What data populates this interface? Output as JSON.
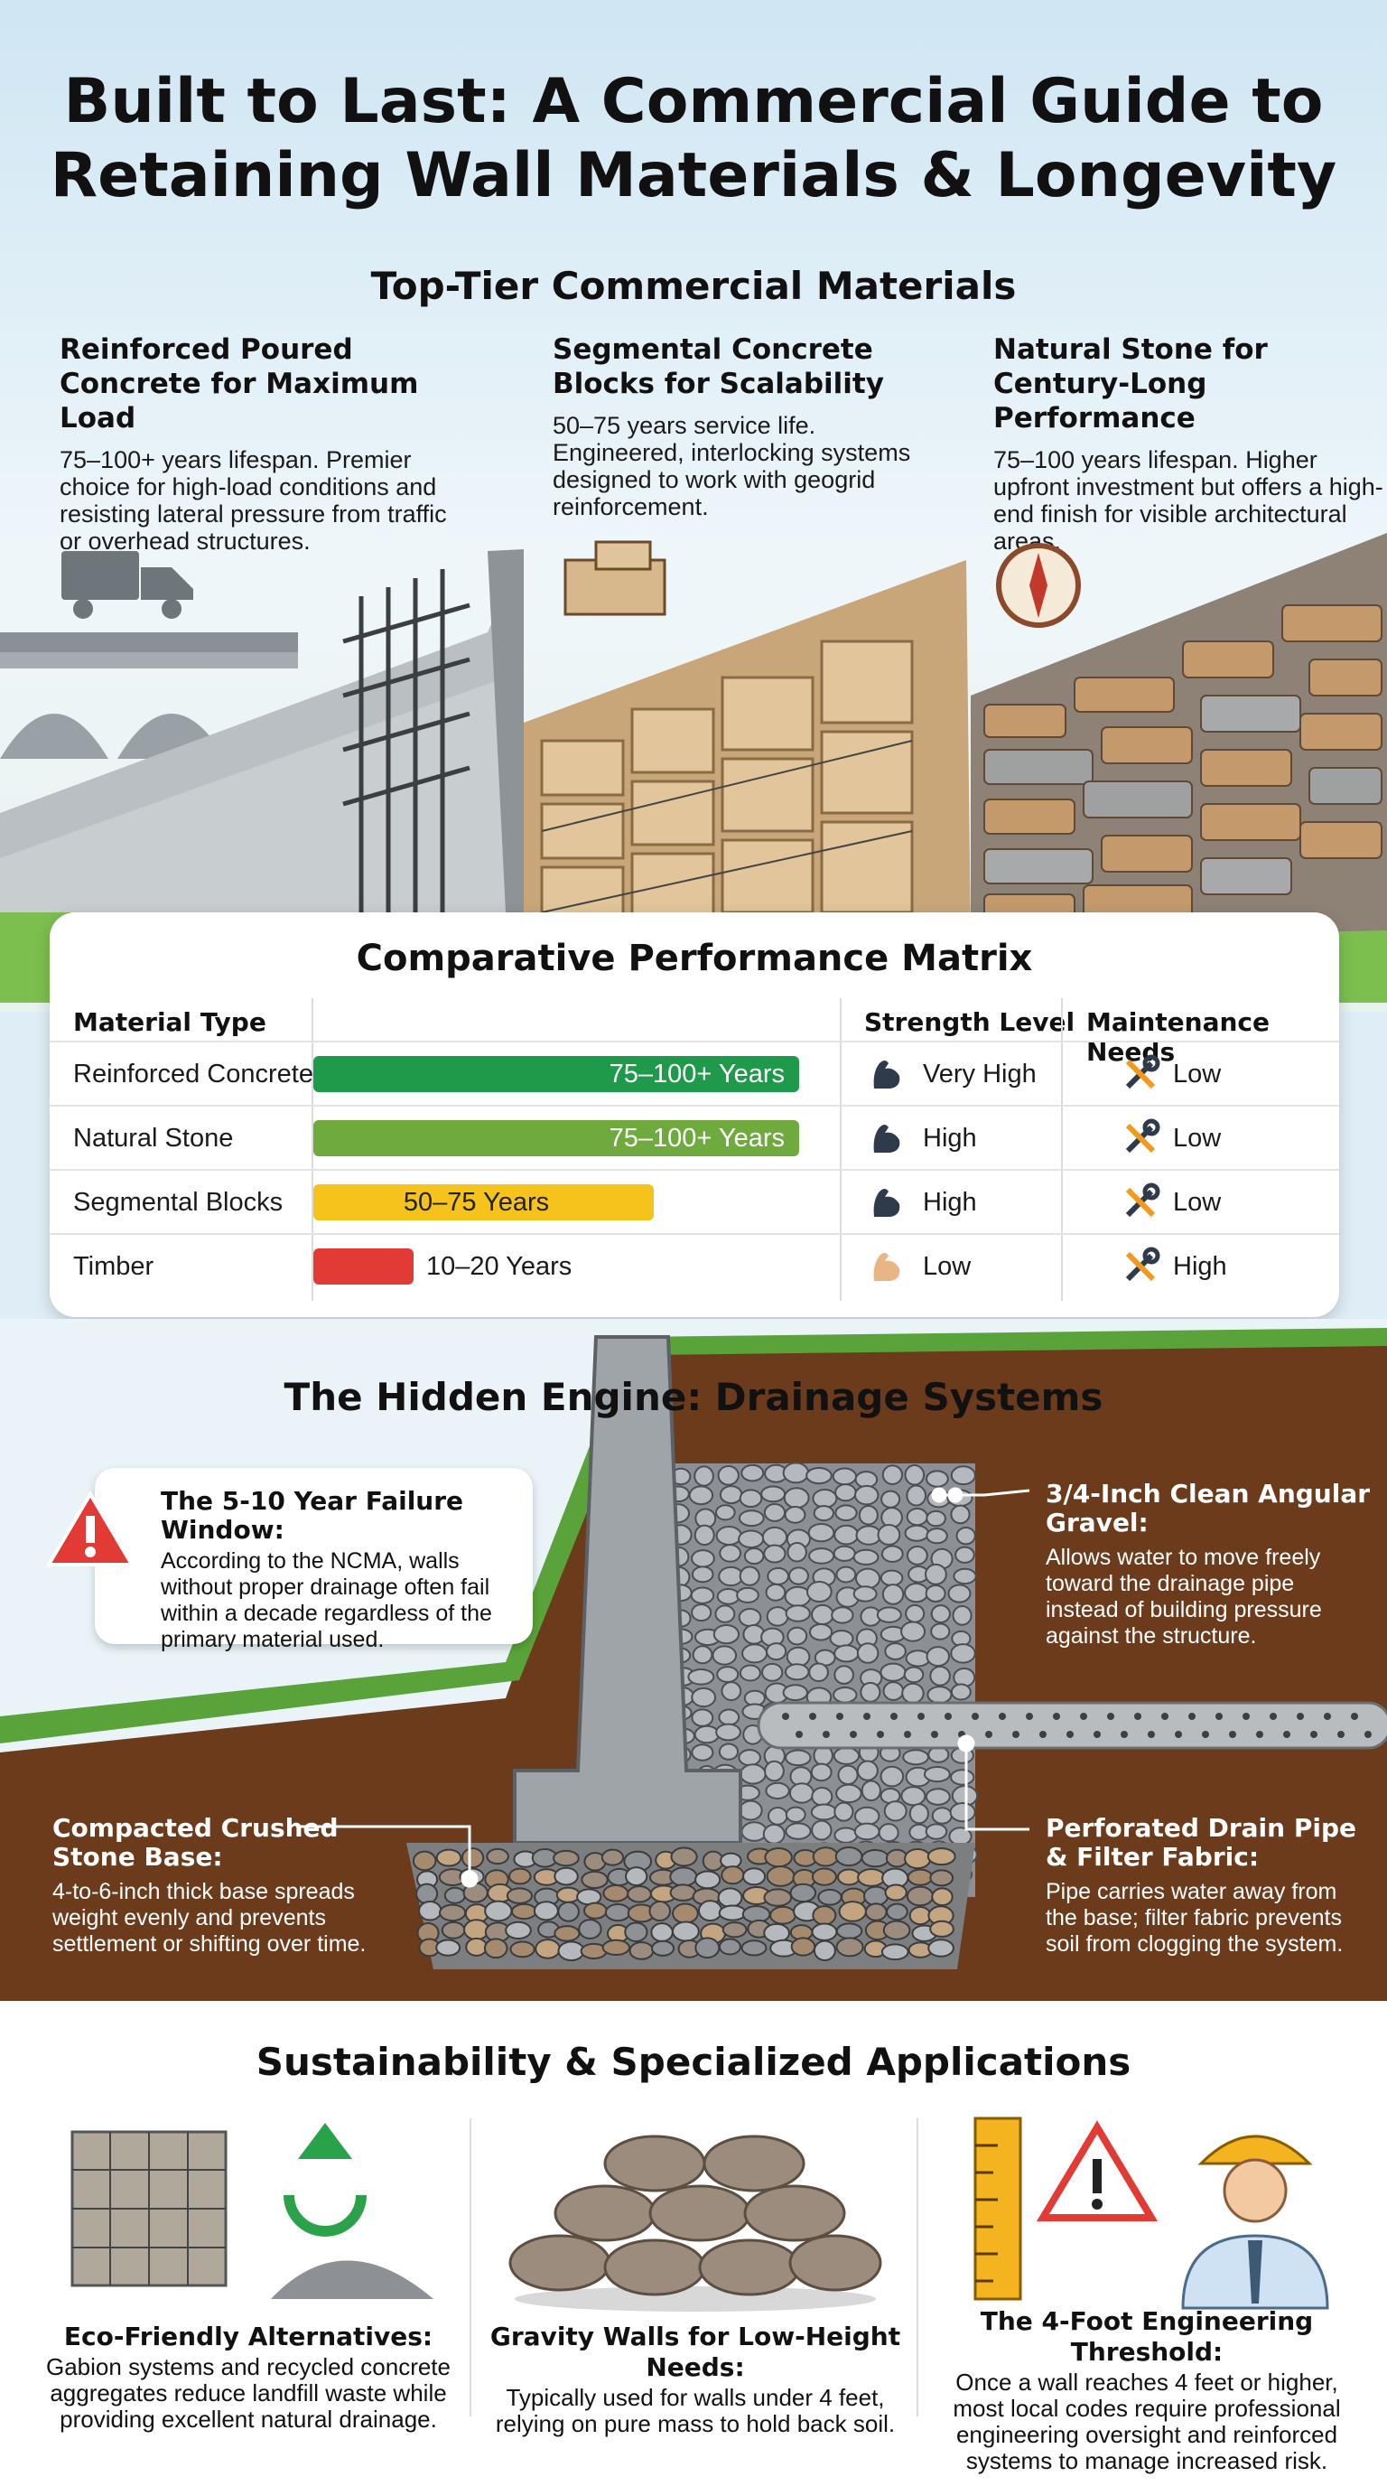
{
  "title": {
    "line1": "Built to Last: A Commercial Guide to",
    "line2": "Retaining Wall Materials & Longevity"
  },
  "materials": {
    "heading": "Top-Tier Commercial Materials",
    "items": [
      {
        "title": "Reinforced Poured Concrete for Maximum Load",
        "text": "75–100+ years lifespan. Premier choice for high-load conditions and resisting lateral pressure from traffic or overhead structures."
      },
      {
        "title": "Segmental Concrete Blocks for Scalability",
        "text": "50–75 years service life. Engineered, interlocking systems designed to work with geogrid reinforcement."
      },
      {
        "title": "Natural Stone for Century-Long Performance",
        "text": "75–100 years lifespan. Higher upfront investment but offers a high-end finish for visible architectural areas."
      }
    ]
  },
  "matrix": {
    "title": "Comparative Performance Matrix",
    "headers": {
      "material": "Material Type",
      "strength": "Strength Level",
      "maintenance": "Maintenance Needs"
    },
    "rows": [
      {
        "material": "Reinforced Concrete",
        "lifespan": "75–100+ Years",
        "strength": "Very High",
        "maintenance": "Low",
        "bar_fraction": 0.97,
        "color": "#1e9a4a"
      },
      {
        "material": "Natural Stone",
        "lifespan": "75–100+ Years",
        "strength": "High",
        "maintenance": "Low",
        "bar_fraction": 0.97,
        "color": "#6faa3e"
      },
      {
        "material": "Segmental Blocks",
        "lifespan": "50–75 Years",
        "strength": "High",
        "maintenance": "Low",
        "bar_fraction": 0.68,
        "color": "#f6c21c"
      },
      {
        "material": "Timber",
        "lifespan": "10–20 Years",
        "strength": "Low",
        "maintenance": "High",
        "bar_fraction": 0.2,
        "color": "#e23b36"
      }
    ]
  },
  "drainage": {
    "heading": "The Hidden Engine: Drainage Systems",
    "warning": {
      "title": "The 5-10 Year Failure Window:",
      "text": "According to the NCMA, walls without proper drainage often fail within a decade regardless of the primary material used."
    },
    "gravel": {
      "title": "3/4-Inch Clean Angular Gravel:",
      "text": "Allows water to move freely toward the drainage pipe instead of building pressure against the structure."
    },
    "base": {
      "title": "Compacted Crushed Stone Base:",
      "text": "4-to-6-inch thick base spreads weight evenly and prevents settlement or shifting over time."
    },
    "pipe": {
      "title": "Perforated Drain Pipe & Filter Fabric:",
      "text": "Pipe carries water away from the base; filter fabric prevents soil from clogging the system."
    }
  },
  "sustainability": {
    "heading": "Sustainability & Specialized Applications",
    "items": [
      {
        "title": "Eco-Friendly Alternatives:",
        "text": "Gabion systems and recycled concrete aggregates reduce landfill waste while providing excellent natural drainage."
      },
      {
        "title": "Gravity Walls for Low-Height Needs:",
        "text": "Typically used for walls under 4 feet, relying on pure mass to hold back soil."
      },
      {
        "title": "The 4-Foot Engineering Threshold:",
        "text": "Once a wall reaches 4 feet or higher, most local codes require professional engineering oversight and reinforced systems to manage increased risk."
      }
    ]
  },
  "colors": {
    "very_high": "#1e9a4a",
    "high": "#6faa3e",
    "medium": "#f6c21c",
    "low": "#e23b36",
    "soil": "#6b3b1c",
    "grass": "#5aa33a"
  }
}
